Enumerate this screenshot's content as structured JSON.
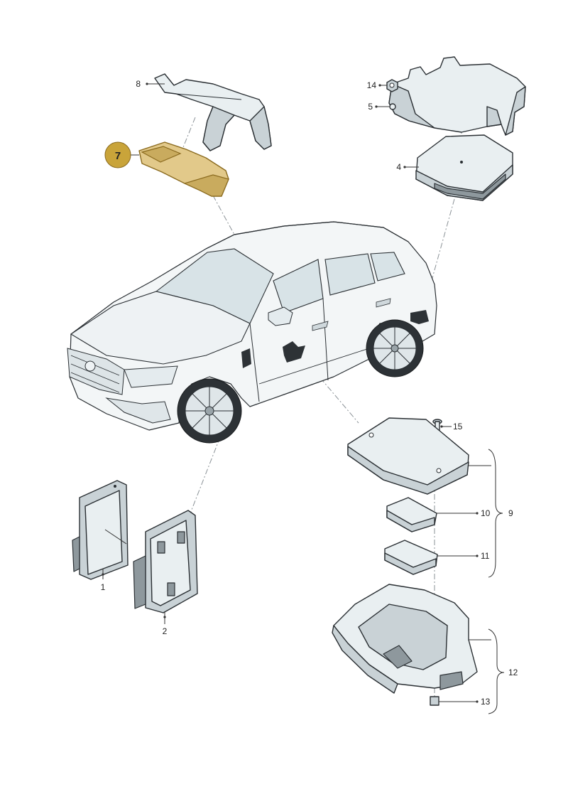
{
  "callouts": {
    "c1": "1",
    "c2": "2",
    "c4": "4",
    "c5": "5",
    "c7": "7",
    "c8": "8",
    "c9": "9",
    "c10": "10",
    "c11": "11",
    "c12": "12",
    "c13": "13",
    "c14": "14",
    "c15": "15"
  },
  "colors": {
    "highlight_fill": "#e2c98a",
    "highlight_badge": "#c9a43a",
    "line": "#2a2f33"
  }
}
